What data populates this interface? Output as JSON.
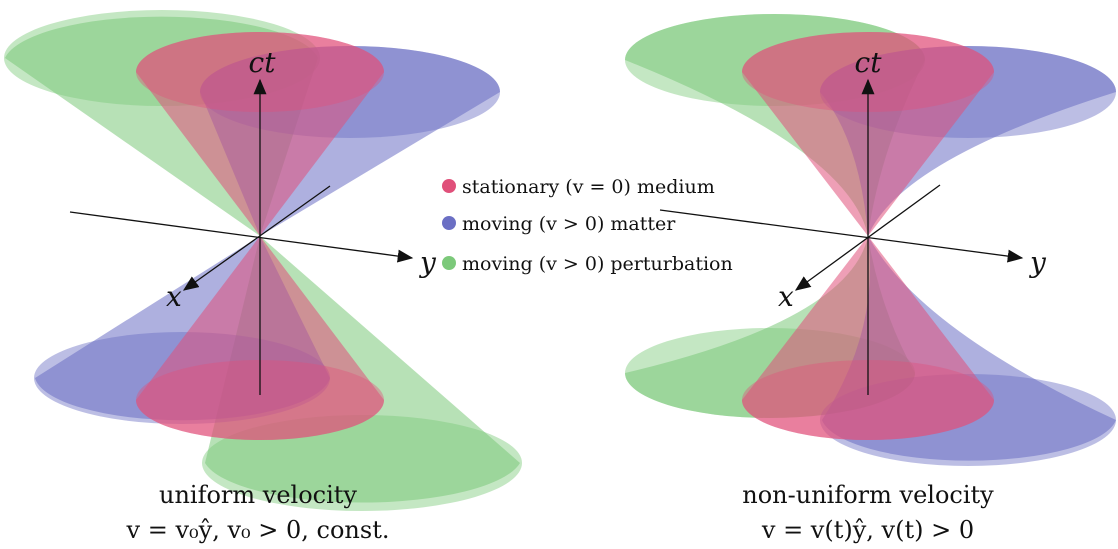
{
  "colors": {
    "stationary": "#e0507a",
    "matter": "#6b6fc4",
    "perturbation": "#7cc97a",
    "axis": "#111111"
  },
  "axes": {
    "ct": "ct",
    "x": "x",
    "y": "y"
  },
  "legend": [
    {
      "key": "stationary",
      "text": "stationary (v = 0) medium"
    },
    {
      "key": "matter",
      "text": "moving (v > 0) matter"
    },
    {
      "key": "perturbation",
      "text": "moving (v > 0) perturbation"
    }
  ],
  "panels": [
    {
      "caption_title": "uniform velocity",
      "caption_formula": "v = v₀ŷ,  v₀ > 0,  const."
    },
    {
      "caption_title": "non-uniform velocity",
      "caption_formula": "v = v(t)ŷ,  v(t) > 0"
    }
  ]
}
